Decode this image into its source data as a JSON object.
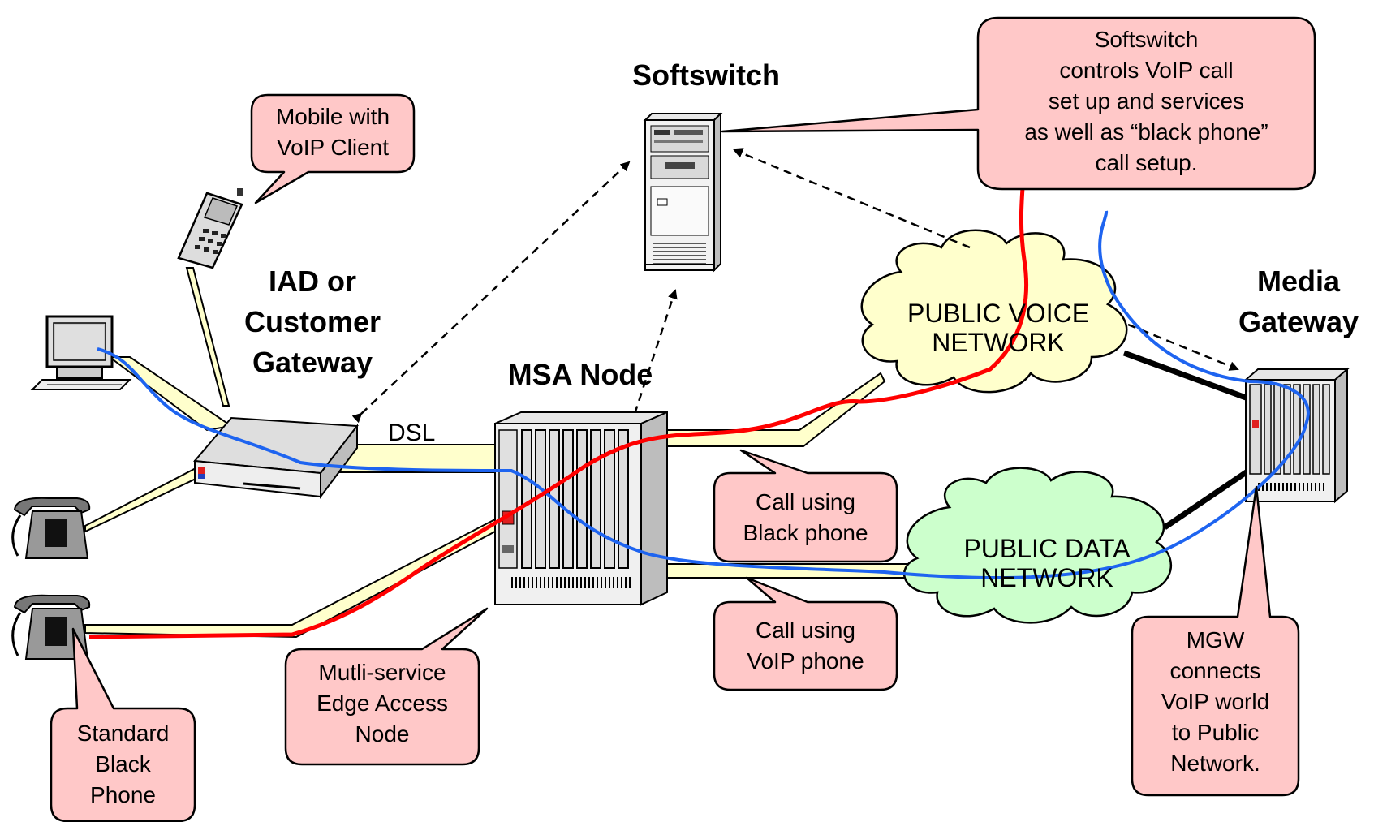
{
  "nodes": {
    "softswitch": "Softswitch",
    "iad": "IAD or\nCustomer\nGateway",
    "msa": "MSA Node",
    "media_gateway": "Media\nGateway"
  },
  "links": {
    "dsl": "DSL"
  },
  "clouds": {
    "voice": "PUBLIC VOICE\nNETWORK",
    "data": "PUBLIC DATA\nNETWORK"
  },
  "callouts": {
    "mobile": "Mobile with\nVoIP Client",
    "softswitch": "Softswitch\ncontrols VoIP call\nset up and services\nas well as “black phone”\ncall setup.",
    "black_call": "Call using\nBlack phone",
    "voip_call": "Call using\nVoIP phone",
    "msa_desc": "Mutli-service\nEdge Access\nNode",
    "black_phone": "Standard\nBlack\nPhone",
    "mgw": "MGW\nconnects\nVoIP world\nto Public\nNetwork."
  },
  "colors": {
    "callout_fill": "#ffc8c8",
    "voice_cloud": "#ffffcc",
    "data_cloud": "#ccffcc",
    "line_fill": "#ffffcc",
    "voip_path": "#1e64f0",
    "black_path": "#ff0000"
  }
}
